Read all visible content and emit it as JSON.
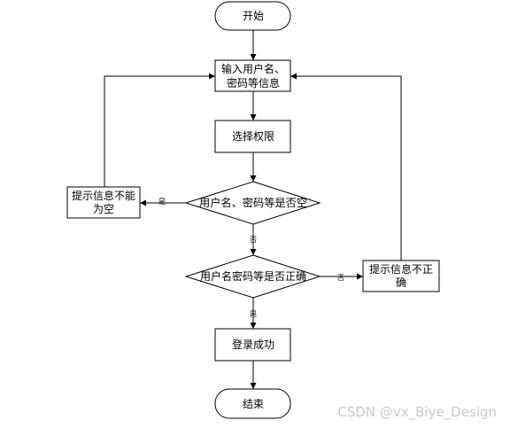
{
  "nodes": {
    "start": "开始",
    "input": [
      "输入用户名、",
      "密码等信息"
    ],
    "select": "选择权限",
    "check_empty": "用户名、密码等是否空",
    "msg_empty": [
      "提示信息不能",
      "为空"
    ],
    "check_valid": "用户名密码等是否正确",
    "msg_invalid": [
      "提示信息不正",
      "确"
    ],
    "success": "登录成功",
    "end": "结束"
  },
  "edges": {
    "empty_yes": "是",
    "empty_no": "否",
    "valid_no": "否",
    "valid_yes": "是"
  },
  "watermark": "CSDN @vx_Biye_Design"
}
